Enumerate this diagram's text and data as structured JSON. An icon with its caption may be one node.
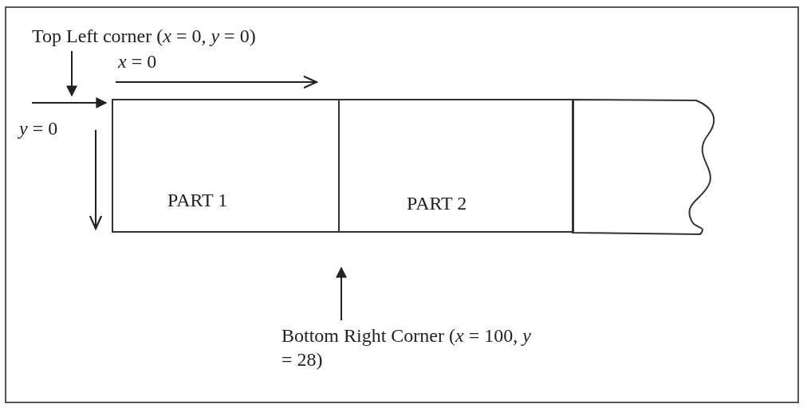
{
  "diagram": {
    "nodes": [
      {
        "text": [
          "Top Left corner (*x* = 0, *y* = 0)"
        ]
      },
      {
        "text": [
          "PART 1"
        ]
      },
      {
        "text": [
          "PART 2"
        ]
      },
      {
        "text": [],
        "shape": "box"
      },
      {
        "text": [
          "Bottom Right Corner (*x* = 100, *y* = 28)"
        ]
      }
    ],
    "edges": [
      {
        "from": 0,
        "to": null,
        "arrow": "to"
      },
      {
        "from": 4,
        "to": null,
        "arrow": "to"
      }
    ],
    "labels": [
      "*x* = 0",
      "*y* = 0"
    ]
  }
}
